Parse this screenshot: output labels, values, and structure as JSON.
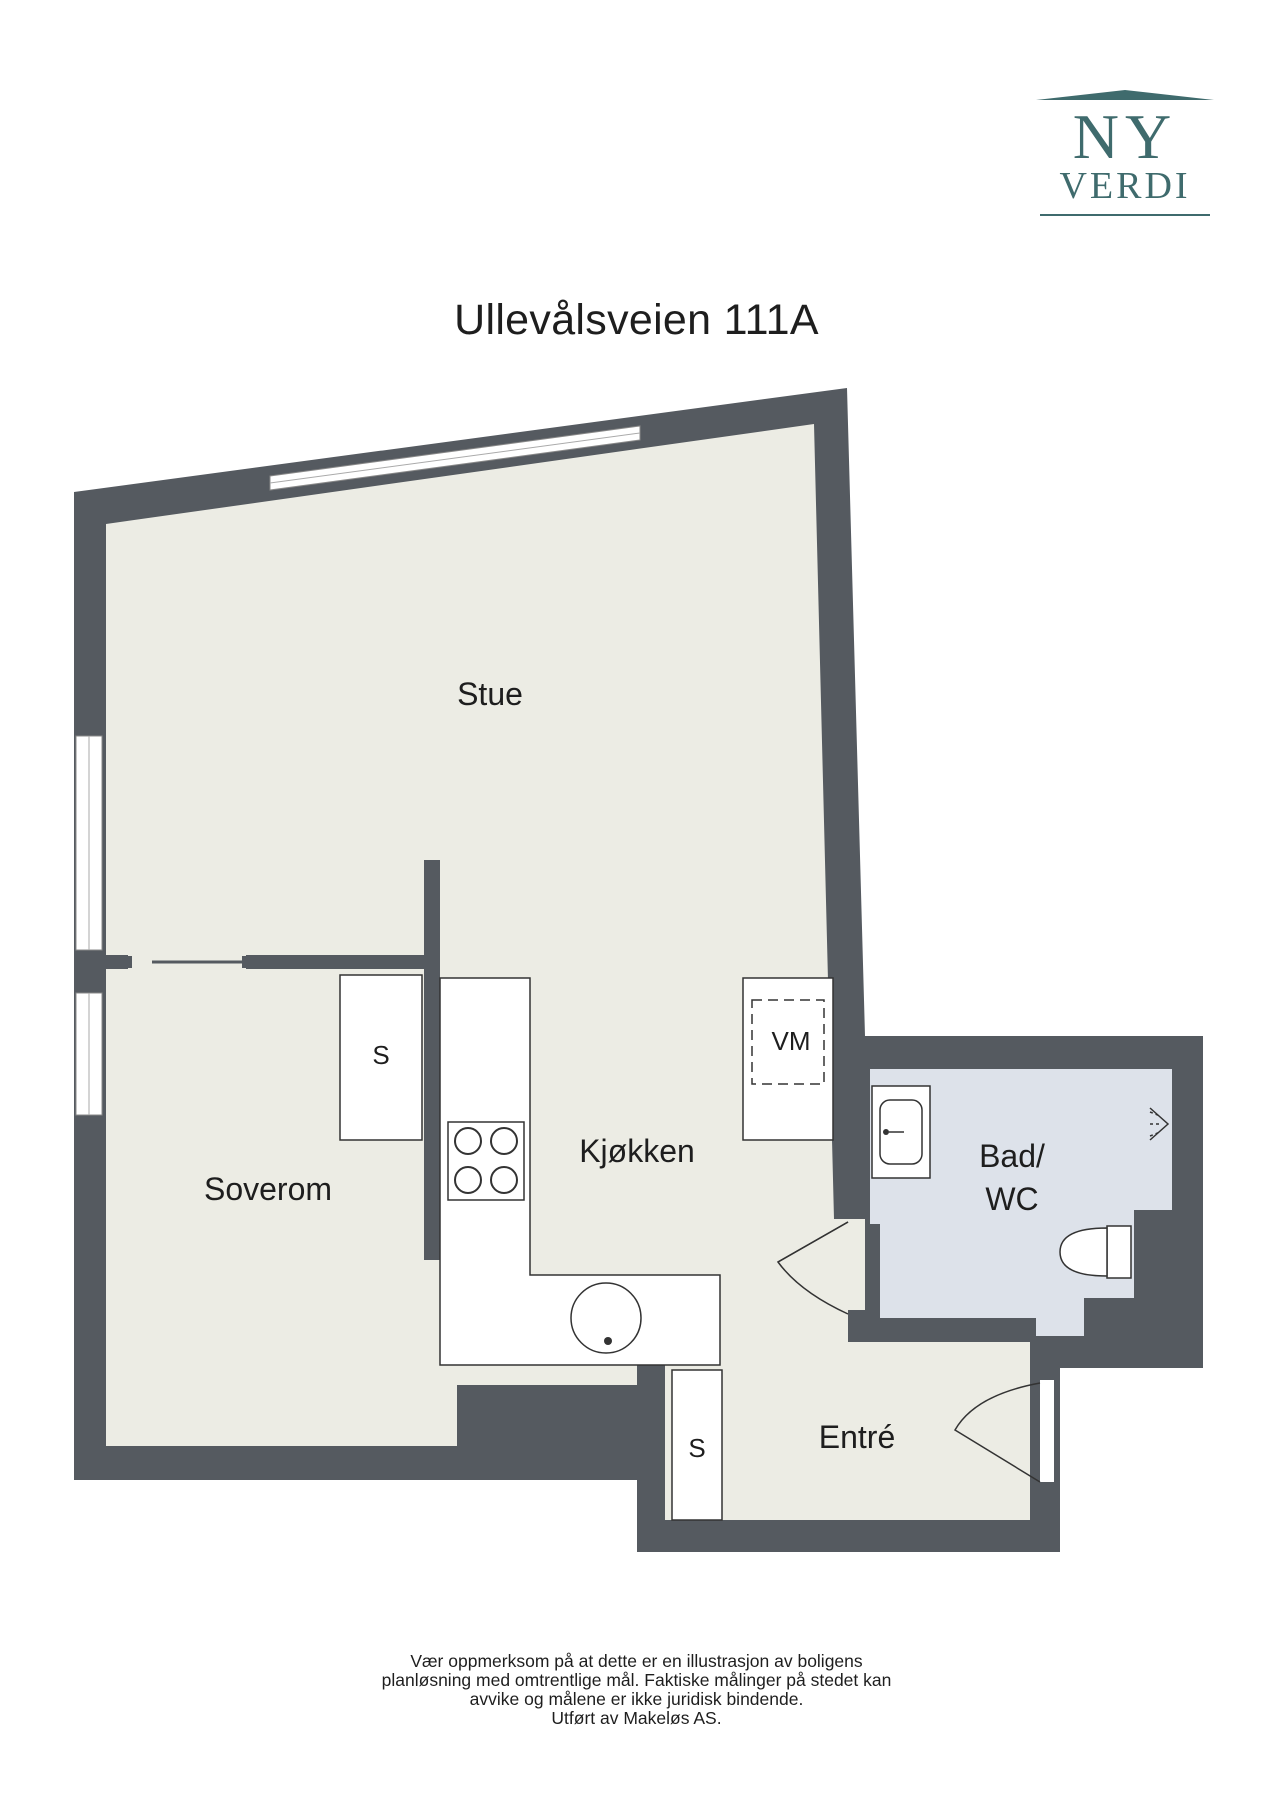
{
  "logo": {
    "line1": "NY",
    "line2": "VERDI",
    "color": "#3f6b6d"
  },
  "title": "Ullevålsveien 111A",
  "rooms": {
    "stue": "Stue",
    "kjokken": "Kjøkken",
    "soverom": "Soverom",
    "bad_line1": "Bad/",
    "bad_line2": "WC",
    "entre": "Entré"
  },
  "fixtures": {
    "skap_soverom": "S",
    "skap_entre": "S",
    "vaskemaskin": "VM"
  },
  "disclaimer": [
    "Vær oppmerksom på at dette er en illustrasjon av boligens",
    "planløsning med omtrentlige mål. Faktiske målinger på stedet kan",
    "avvike og målene er ikke juridisk bindende.",
    "Utført av Makeløs AS."
  ],
  "colors": {
    "wall": "#555a60",
    "floor": "#ecece4",
    "bathroom_floor": "#dde2ea",
    "fixture": "#ffffff",
    "text": "#1e1e1e"
  }
}
